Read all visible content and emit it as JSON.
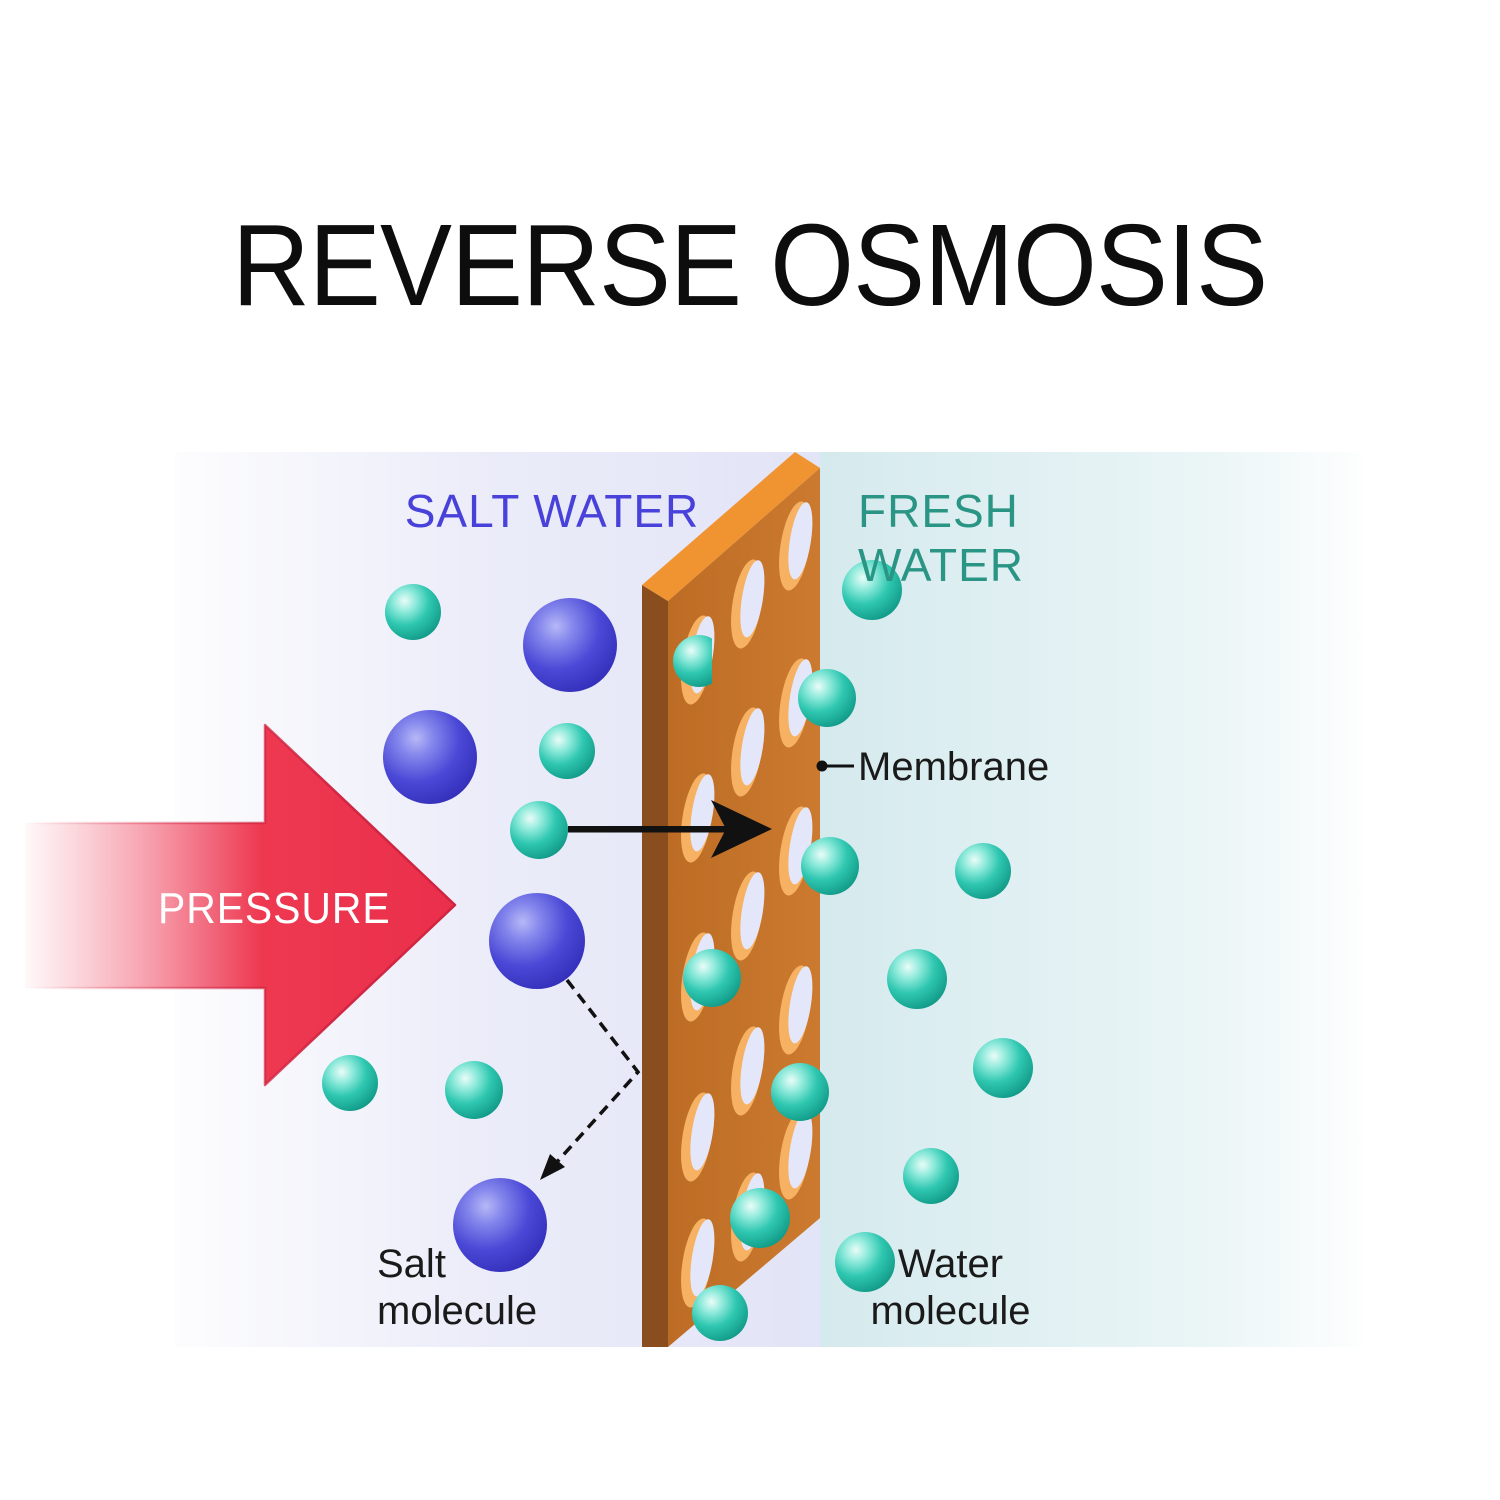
{
  "title": "REVERSE OSMOSIS",
  "diagram": {
    "left_region_label": "SALT WATER",
    "right_region_label": "FRESH WATER",
    "pressure_arrow_label": "PRESSURE",
    "membrane_label": "Membrane",
    "salt_molecule_label": "Salt\nmolecule",
    "water_molecule_label": "Water\nmolecule",
    "salt_molecule_count": 4,
    "water_molecule_count": 18
  },
  "colors": {
    "background": "#ffffff",
    "title_text": "#0d0d0d",
    "salt_water_text": "#4841da",
    "fresh_water_text": "#2a9585",
    "label_text": "#1a1a1a",
    "pressure_arrow": "#ee3850",
    "pressure_text": "#ffffff",
    "salt_side_background": "#e2e4f7",
    "fresh_side_background": "#d5eaee",
    "membrane_front": "#c4732a",
    "membrane_side": "#8a4d1d",
    "membrane_top": "#f09432",
    "membrane_hole_rim": "#f7b163",
    "membrane_hole_opening": "#e4e6fa",
    "salt_molecule": "#4745d2",
    "water_molecule": "#2ec4ae",
    "flow_arrow": "#111111"
  }
}
